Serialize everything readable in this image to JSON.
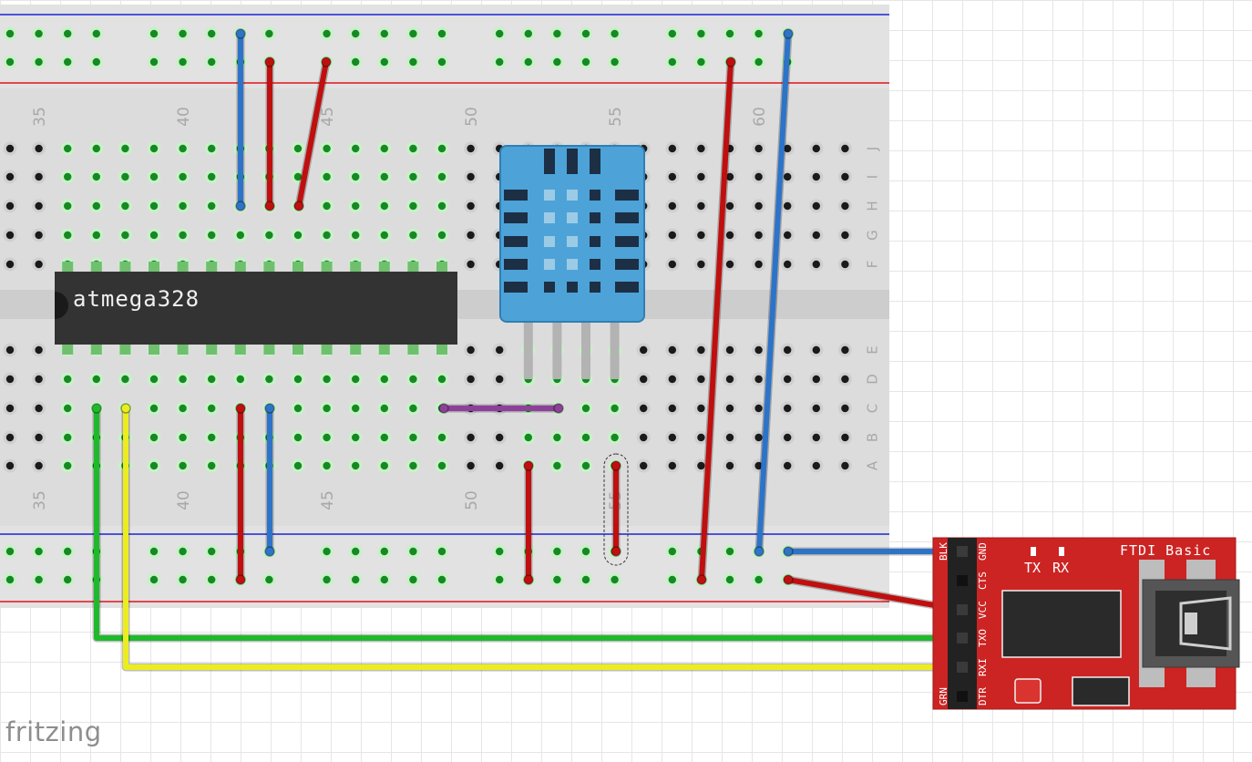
{
  "breadboard": {
    "top_column_numbers": [
      "35",
      "40",
      "45",
      "50",
      "55",
      "60"
    ],
    "bottom_column_numbers": [
      "35",
      "40",
      "45",
      "50",
      "55"
    ],
    "row_letters_top": [
      "J",
      "I",
      "H",
      "G",
      "F"
    ],
    "row_letters_bottom": [
      "E",
      "D",
      "C",
      "B",
      "A"
    ]
  },
  "chip": {
    "label": "atmega328"
  },
  "ftdi": {
    "title": "FTDI Basic",
    "led_labels": [
      "TX",
      "RX"
    ],
    "pins": [
      "BLK",
      "GND",
      "CTS",
      "VCC",
      "TXO",
      "RXI",
      "DTR",
      "GRN"
    ]
  },
  "wire_colors": {
    "ground": "#2d74c8",
    "power": "#c00f0f",
    "tx": "#1fba2b",
    "rx": "#eced1e",
    "signal": "#8d3f9a"
  },
  "watermark": "fritzing"
}
